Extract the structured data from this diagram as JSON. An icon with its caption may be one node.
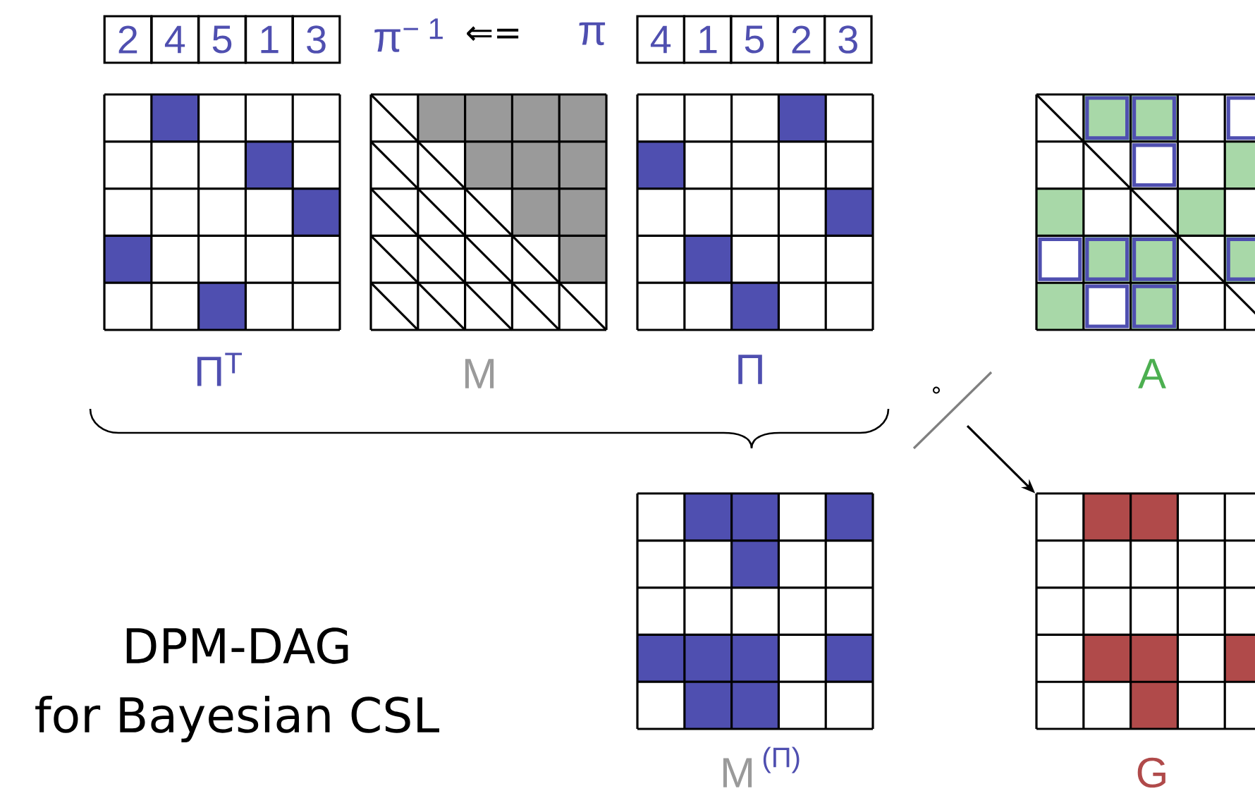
{
  "diagram": {
    "nodes": [
      {
        "text": [
          "2"
        ]
      },
      {
        "text": [
          "4"
        ]
      },
      {
        "text": [
          "5"
        ]
      },
      {
        "text": [
          "1"
        ]
      },
      {
        "text": [
          "3"
        ]
      },
      {
        "text": [
          "4"
        ]
      },
      {
        "text": [
          "1"
        ]
      },
      {
        "text": [
          "5"
        ]
      },
      {
        "text": [
          "2"
        ]
      },
      {
        "text": [
          "3"
        ]
      },
      {
        "text": [
          "Π$^{T}$"
        ]
      },
      {
        "text": [
          "M"
        ]
      },
      {
        "text": [
          "Π"
        ]
      },
      {
        "text": [
          "A"
        ]
      },
      {
        "text": [
          "M",
          "(Π)"
        ]
      },
      {
        "text": [
          "G"
        ]
      }
    ],
    "edges": [
      {
        "from": null,
        "to": 15,
        "arrow": "to"
      }
    ],
    "labels": [
      "π$^{− 1}$",
      "⇐=",
      "π",
      "∘",
      "DPM-DAG",
      "for Bayesian CSL"
    ]
  }
}
